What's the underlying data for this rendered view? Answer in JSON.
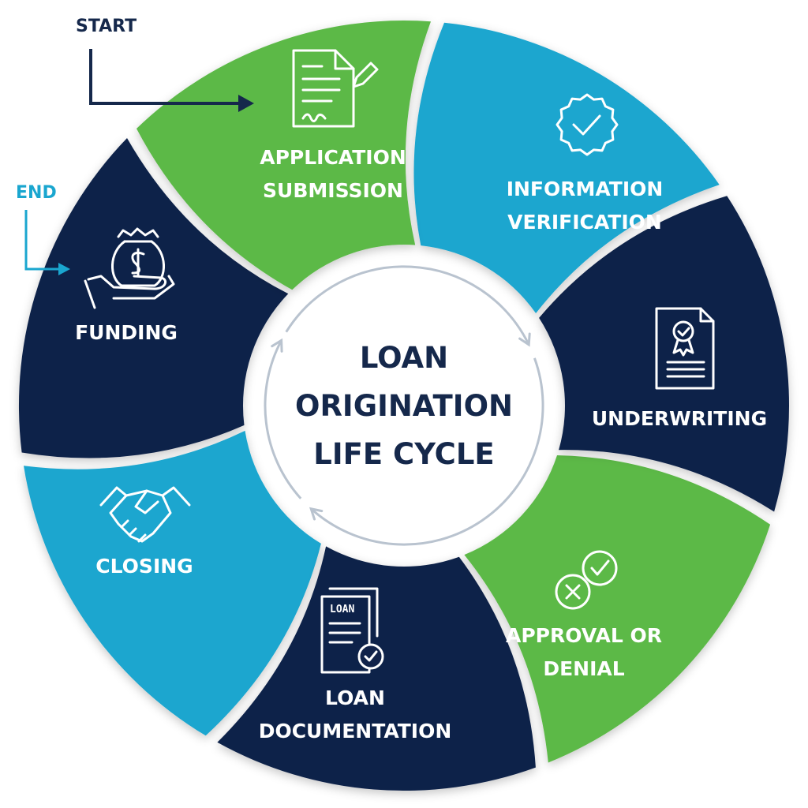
{
  "colors": {
    "navy": "#11234a",
    "green": "#5cb947",
    "blue": "#1aa6cf",
    "center_text": "#15284b",
    "ring": "#b9c3cf",
    "start_marker": "#15284b",
    "end_marker": "#1aa6cf"
  },
  "markers": {
    "start": "START",
    "end": "END"
  },
  "center": {
    "line1": "LOAN",
    "line2": "ORIGINATION",
    "line3": "LIFE CYCLE"
  },
  "stages": [
    {
      "line1": "APPLICATION",
      "line2": "SUBMISSION",
      "color": "green",
      "icon": "document-signature-icon"
    },
    {
      "line1": "INFORMATION",
      "line2": "VERIFICATION",
      "color": "blue",
      "icon": "verified-badge-icon"
    },
    {
      "line1": "UNDERWRITING",
      "line2": "",
      "color": "navy",
      "icon": "certificate-icon"
    },
    {
      "line1": "APPROVAL OR",
      "line2": "DENIAL",
      "color": "green",
      "icon": "approve-deny-icon"
    },
    {
      "line1": "LOAN",
      "line2": "DOCUMENTATION",
      "color": "navy",
      "icon": "loan-document-icon"
    },
    {
      "line1": "CLOSING",
      "line2": "",
      "color": "blue",
      "icon": "handshake-icon"
    },
    {
      "line1": "FUNDING",
      "line2": "",
      "color": "navy",
      "icon": "money-bag-hand-icon"
    }
  ]
}
